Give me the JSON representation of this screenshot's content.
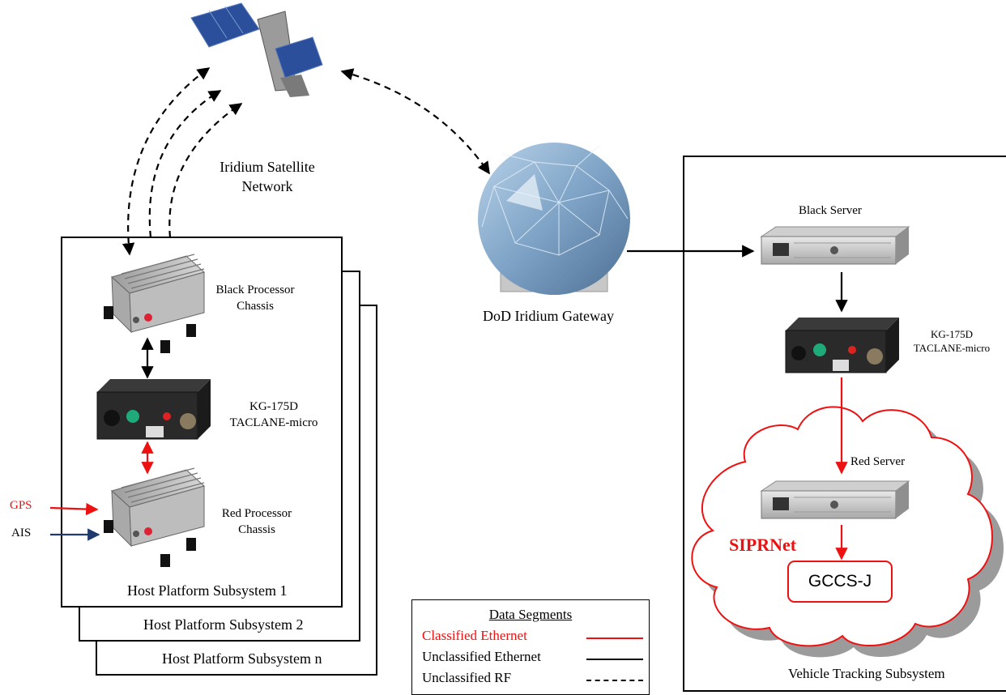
{
  "satellite": {
    "label": [
      "Iridium Satellite",
      "Network"
    ]
  },
  "gateway": {
    "label": "DoD Iridium Gateway"
  },
  "host_platform": {
    "subsystems": [
      "Host Platform Subsystem 1",
      "Host Platform Subsystem 2",
      "Host Platform Subsystem n"
    ],
    "black_processor": [
      "Black Processor",
      "Chassis"
    ],
    "taclane": [
      "KG-175D",
      "TACLANE-micro"
    ],
    "red_processor": [
      "Red Processor",
      "Chassis"
    ],
    "inputs": {
      "gps": "GPS",
      "ais": "AIS"
    }
  },
  "vehicle_tracking": {
    "title": "Vehicle Tracking Subsystem",
    "black_server": "Black Server",
    "taclane": [
      "KG-175D",
      "TACLANE-micro"
    ],
    "red_server": "Red Server",
    "siprnet": "SIPRNet",
    "gccs": "GCCS-J"
  },
  "legend": {
    "title": "Data Segments",
    "items": [
      {
        "label": "Classified Ethernet",
        "style": "solid",
        "color": "#ee1111"
      },
      {
        "label": "Unclassified Ethernet",
        "style": "solid",
        "color": "#000000"
      },
      {
        "label": "Unclassified RF",
        "style": "dashed",
        "color": "#000000"
      }
    ]
  },
  "colors": {
    "classified": "#ee1111",
    "unclassified": "#000000",
    "ais_arrow": "#1f3a6e"
  }
}
